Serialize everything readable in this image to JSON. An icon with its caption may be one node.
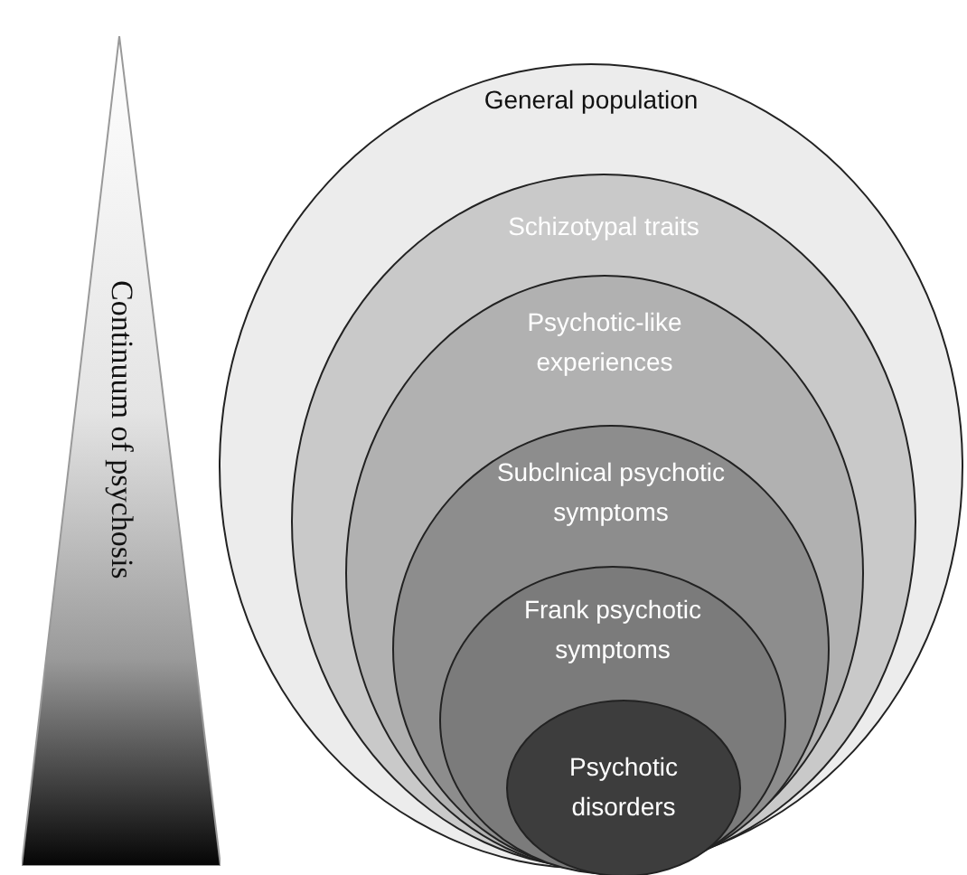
{
  "diagram": {
    "nodes": [
      {
        "text": [
          "Continuum of psychosis"
        ]
      },
      {
        "text": [
          "General population"
        ]
      },
      {
        "text": [
          "Schizotypal traits"
        ],
        "in": 1
      },
      {
        "text": [
          "Psychotic-like experiences"
        ],
        "in": 2
      },
      {
        "text": [
          "Subclnical psychotic symptoms"
        ],
        "in": 3
      },
      {
        "text": [
          "Frank psychotic symptoms"
        ],
        "in": 4
      },
      {
        "text": [
          "Psychotic disorders"
        ],
        "in": 5
      }
    ]
  }
}
